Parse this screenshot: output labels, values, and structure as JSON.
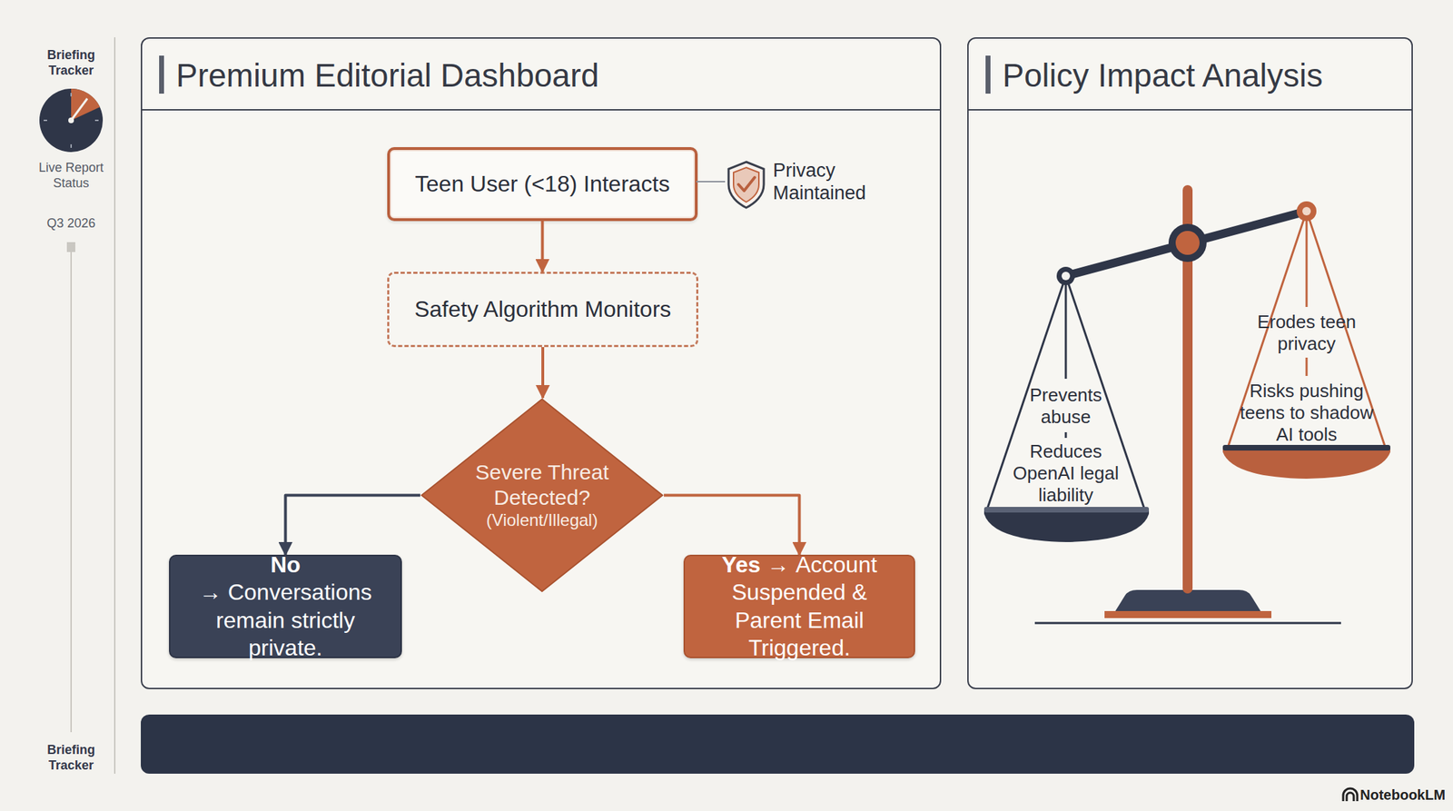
{
  "diagram": {
    "nodes": [
      {
        "text": [
          "Premium Editorial Dashboard"
        ]
      },
      {
        "text": [
          "Teen User (<18) Interacts"
        ],
        "in": 0
      },
      {
        "text": [
          "Safety Algorithm Monitors"
        ],
        "in": 0
      },
      {
        "text": [
          "Severe Threat Detected?",
          "(Violent/Illegal)"
        ],
        "in": 0
      },
      {
        "text": [
          "No →",
          "Conversations remain strictly private."
        ],
        "in": 0
      },
      {
        "text": [
          "Yes →",
          "Account Suspended & Parent Email Triggered."
        ],
        "in": 0
      },
      {
        "text": [
          "Policy Impact Analysis"
        ]
      }
    ],
    "edges": [
      {
        "from": 1,
        "to": 2,
        "arrow": "to"
      },
      {
        "from": 2,
        "to": 3,
        "arrow": "to"
      },
      {
        "from": 3,
        "to": 4,
        "arrow": "to"
      },
      {
        "from": 3,
        "to": 5,
        "arrow": "to"
      }
    ],
    "labels": [
      "Briefing Tracker",
      "Live Report Status",
      "Q3 2026",
      "Briefing Tracker",
      "Privacy Maintained",
      "Prevents abuse",
      "Reduces OpenAI legal liability",
      "Erodes teen privacy",
      "Risks pushing teens to shadow AI tools",
      "NotebookLM"
    ]
  }
}
